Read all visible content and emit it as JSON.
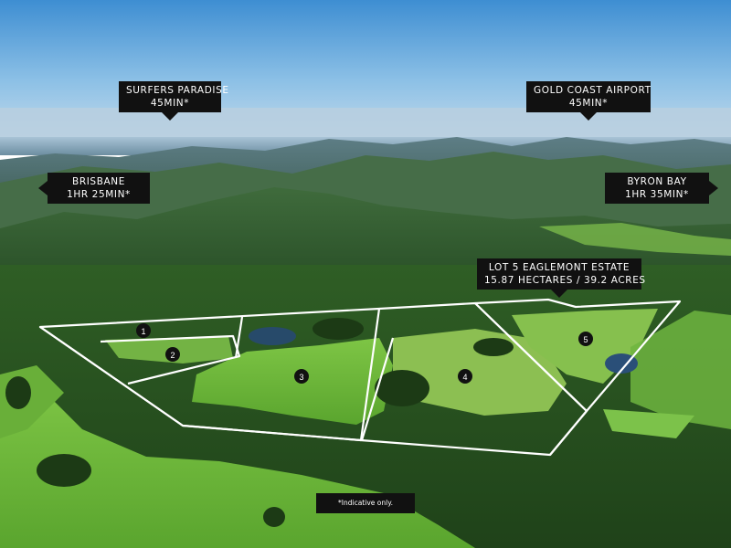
{
  "callouts": {
    "surfers": {
      "line1": "SURFERS PARADISE",
      "line2": "45MIN*"
    },
    "airport": {
      "line1": "GOLD COAST AIRPORT",
      "line2": "45MIN*"
    },
    "brisbane": {
      "line1": "BRISBANE",
      "line2": "1HR 25MIN*"
    },
    "byron": {
      "line1": "BYRON BAY",
      "line2": "1HR 35MIN*"
    },
    "lot": {
      "line1": "LOT 5 EAGLEMONT ESTATE",
      "line2": "15.87 HECTARES / 39.2 ACRES"
    }
  },
  "lots": [
    "1",
    "2",
    "3",
    "4",
    "5"
  ],
  "disclaimer": "*Indicative only.",
  "colors": {
    "callout_bg": "#111111",
    "boundary": "#ffffff",
    "sky_top": "#3f8fd2",
    "grass": "#6fbf3a",
    "forest": "#2d5a1f"
  }
}
